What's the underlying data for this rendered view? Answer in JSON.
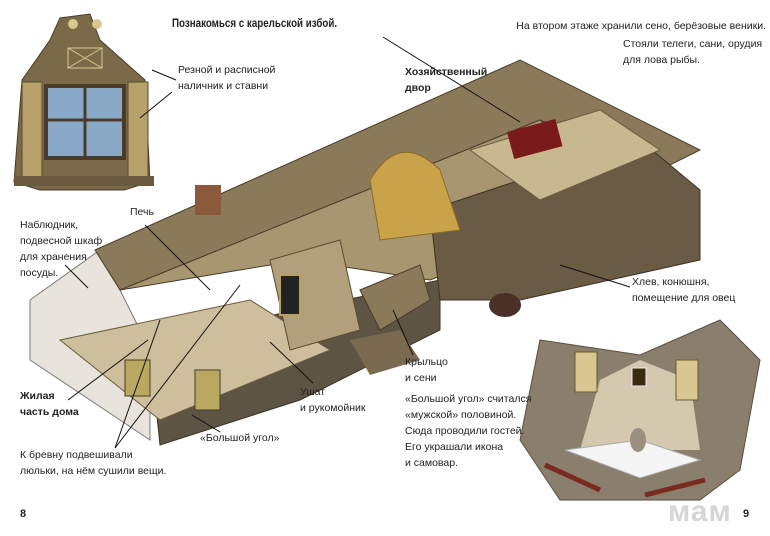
{
  "title": "Познакомься с карельской избой.",
  "labels": {
    "window": [
      "Резной и расписной",
      "наличник и ставни"
    ],
    "yard": [
      "Хозяйственный",
      "двор"
    ],
    "second_floor": "На втором этаже хранили сено, берёзовые веники.",
    "carts": [
      "Стояли телеги, сани, орудия",
      "для лова рыбы."
    ],
    "cupboard": [
      "Наблюдник,",
      "подвесной шкаф",
      "для хранения",
      "посуды."
    ],
    "stove": "Печь",
    "living": [
      "Жилая",
      "часть дома"
    ],
    "beam": [
      "К бревну подвешивали",
      "люльки, на нём сушили вещи."
    ],
    "big_corner": "«Большой угол»",
    "tub": [
      "Ушат",
      "и рукомойник"
    ],
    "porch": [
      "Крыльцо",
      "и сени"
    ],
    "corner_desc": [
      "«Большой угол» считался",
      "«мужской» половиной.",
      "Сюда проводили гостей.",
      "Его украшали икона",
      "и самовар."
    ],
    "barn": [
      "Хлев, конюшня,",
      "помещение для овец"
    ]
  },
  "page_numbers": {
    "left": "8",
    "right": "9"
  },
  "watermark": "мам",
  "colors": {
    "wood_dark": "#5a4a36",
    "wood_light": "#b9a782",
    "roof": "#8a7a5a",
    "hay": "#c9a24a"
  }
}
